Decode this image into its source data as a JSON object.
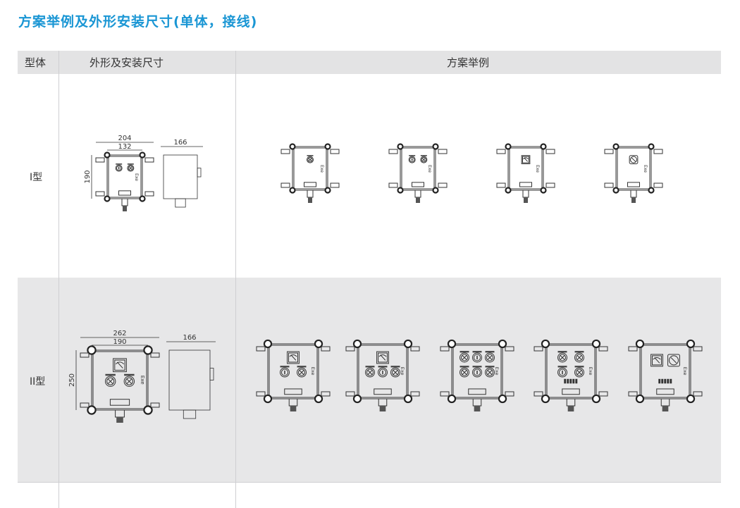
{
  "title": "方案举例及外形安装尺寸(单体，接线)",
  "header": {
    "col1": "型体",
    "col2": "外形及安装尺寸",
    "col3": "方案举例"
  },
  "rows": [
    {
      "label": "I型",
      "dims": {
        "width_outer": "204",
        "width_inner": "132",
        "height": "190",
        "depth": "166"
      },
      "front_components": [
        "button",
        "lamp"
      ],
      "examples": [
        [
          "lamp"
        ],
        [
          "button",
          "lamp"
        ],
        [
          "meter"
        ],
        [
          "switch"
        ]
      ]
    },
    {
      "label": "II型",
      "dims": {
        "width_outer": "262",
        "width_inner": "190",
        "height": "250",
        "depth": "166"
      },
      "front_components": [
        "meter",
        "lamp",
        "lamp"
      ],
      "examples": [
        [
          "meter",
          "button",
          "lamp"
        ],
        [
          "meter",
          "lamp",
          "button",
          "lamp"
        ],
        [
          "lamp",
          "button",
          "lamp",
          "lamp",
          "button",
          "lamp"
        ],
        [
          "lamp",
          "lamp",
          "button",
          "lamp",
          "terminal"
        ],
        [
          "meter",
          "switch",
          "terminal"
        ]
      ]
    }
  ],
  "marking": "Exe"
}
